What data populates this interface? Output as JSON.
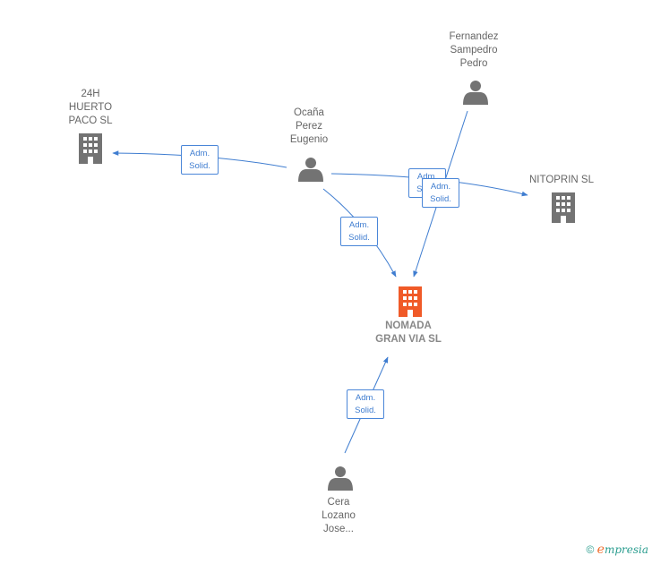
{
  "nodes": {
    "huerto": {
      "label": "24H\nHUERTO\nPACO  SL",
      "type": "company"
    },
    "ocana": {
      "label": "Ocaña\nPerez\nEugenio",
      "type": "person"
    },
    "fernandez": {
      "label": "Fernandez\nSampedro\nPedro",
      "type": "person"
    },
    "nitoprin": {
      "label": "NITOPRIN  SL",
      "type": "company"
    },
    "nomada": {
      "label": "NOMADA\nGRAN VIA  SL",
      "type": "company",
      "highlight": true
    },
    "cera": {
      "label": "Cera\nLozano\nJose...",
      "type": "person"
    }
  },
  "edges": [
    {
      "from": "ocana",
      "to": "huerto",
      "label_line1": "Adm.",
      "label_line2": "Solid."
    },
    {
      "from": "ocana",
      "to": "nitoprin",
      "label_line1": "Adm.",
      "label_line2": "Solid."
    },
    {
      "from": "fernandez",
      "to": "nomada",
      "label_line1": "Adm.",
      "label_line2": "Solid."
    },
    {
      "from": "ocana",
      "to": "nomada",
      "label_line1": "Adm.",
      "label_line2": "Solid."
    },
    {
      "from": "cera",
      "to": "nomada",
      "label_line1": "Adm.",
      "label_line2": "Solid."
    }
  ],
  "colors": {
    "edge": "#3f7dd0",
    "icon": "#737373",
    "highlight": "#f05a28"
  },
  "brand": {
    "copyright": "©",
    "e": "e",
    "rest": "mpresia"
  }
}
